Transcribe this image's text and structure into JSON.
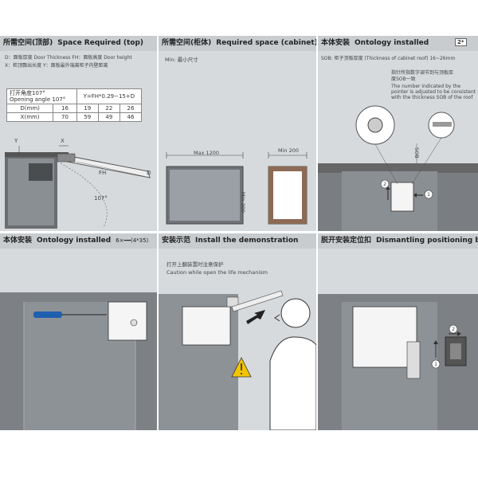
{
  "panels": {
    "p1": {
      "title_zh": "所需空间(顶部)",
      "title_en": "Space Required (top)",
      "legend_line1": "D：面板厚度 Door Thickness     FH：面板高度 Door height",
      "legend_line2": "X：柜顶飘出长度     Y：面板最外端离柜子内壁距离",
      "table": {
        "angle_zh": "打开角度107°",
        "angle_en": "Opening angle 107°",
        "formula": "Y=FH*0.29−15+D",
        "rows": [
          {
            "label": "D(mm)",
            "values": [
              "16",
              "19",
              "22",
              "26"
            ]
          },
          {
            "label": "X(mm)",
            "values": [
              "70",
              "59",
              "49",
              "46"
            ]
          }
        ]
      },
      "labels": {
        "y": "Y",
        "x": "X",
        "fh": "FH",
        "angle": "107°",
        "d": "D"
      }
    },
    "p2": {
      "title_zh": "所需空间(柜体)",
      "title_en": "Required space (cabinet)",
      "note": "Min: 最小尺寸",
      "labels": {
        "max": "Max 1200",
        "min_w": "Min 200",
        "min_h": "Min 200"
      }
    },
    "p3": {
      "title_zh": "本体安装",
      "title_en": "Ontology installed",
      "badge": "2*",
      "sob_line": "SOB: 柜子顶板厚度 (Thickness of cabinet roof) 16~26mm",
      "note_zh1": "指针所指数字调节到与顶板厚",
      "note_zh2": "度SOB一致",
      "note_en1": "The number indicated by the",
      "note_en2": "pointer is adjusted to be consistent",
      "note_en3": "with the thickness SOB of the roof",
      "sob_label": "SOB",
      "step1": "1",
      "step2": "2"
    },
    "p4": {
      "title_zh": "本体安装",
      "title_en": "Ontology installed",
      "screws": "6×━━(4*35)"
    },
    "p5": {
      "title_zh": "安装示范",
      "title_en": "Install the demonstration",
      "caution_zh": "打开上翻装置时注意保护",
      "caution_en": "Caution while open the life mechanism"
    },
    "p6": {
      "title_zh": "脱开安装定位扣",
      "title_en": "Dismantling positioning buckle",
      "step1": "1",
      "step2": "2"
    }
  },
  "colors": {
    "panel_bg": "#d6dadd",
    "header_bg": "#c8cccf",
    "cabinet": "#6a6e72",
    "cabinet_light": "#8a8f94",
    "warning": "#f2c400",
    "screwdriver": "#1f5fb0"
  }
}
